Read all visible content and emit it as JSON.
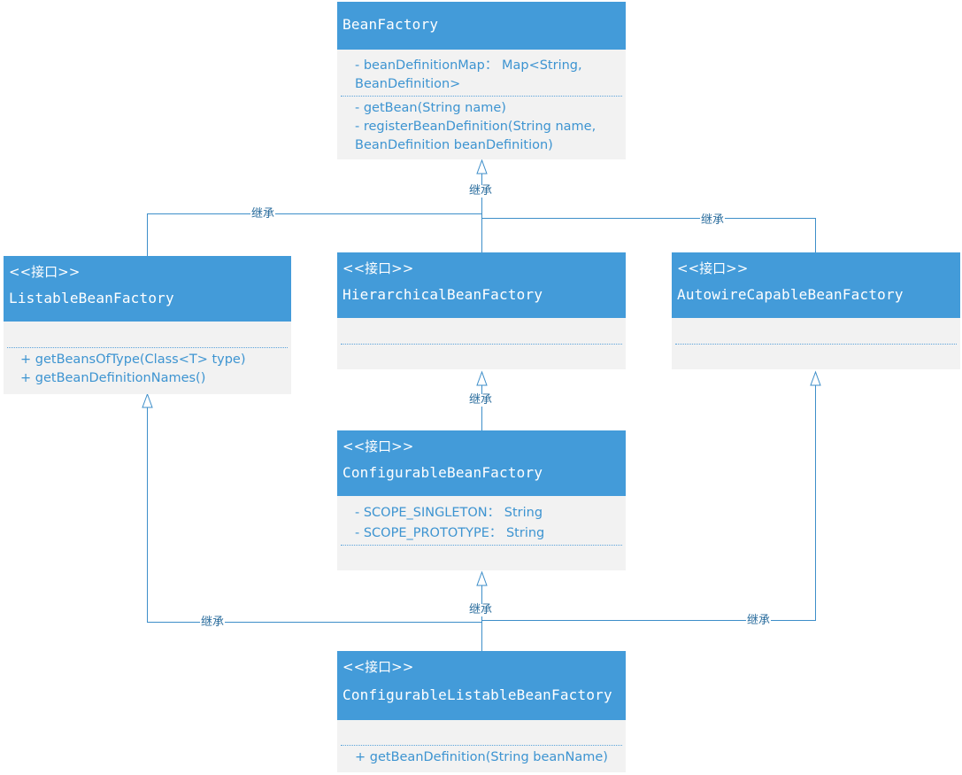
{
  "classes": {
    "bean_factory": {
      "name": "BeanFactory",
      "fields": [
        "- beanDefinitionMap： Map<String,",
        "BeanDefinition>"
      ],
      "methods": [
        "- getBean(String name)",
        "- registerBeanDefinition(String name,",
        "BeanDefinition beanDefinition)"
      ]
    },
    "listable": {
      "stereotype": "<<接口>>",
      "name": "ListableBeanFactory",
      "methods": [
        "+ getBeansOfType(Class<T> type)",
        "+ getBeanDefinitionNames()"
      ]
    },
    "hierarchical": {
      "stereotype": "<<接口>>",
      "name": "HierarchicalBeanFactory"
    },
    "autowire": {
      "stereotype": "<<接口>>",
      "name": "AutowireCapableBeanFactory"
    },
    "configurable": {
      "stereotype": "<<接口>>",
      "name": "ConfigurableBeanFactory",
      "fields": [
        "- SCOPE_SINGLETON： String",
        "- SCOPE_PROTOTYPE： String"
      ]
    },
    "configurable_listable": {
      "stereotype": "<<接口>>",
      "name": "ConfigurableListableBeanFactory",
      "methods": [
        "+ getBeanDefinition(String beanName)"
      ]
    }
  },
  "edge_label": "继承",
  "colors": {
    "header": "#439bd9",
    "body": "#f2f2f2",
    "text": "#3d94d1",
    "line": "#3d8ec9"
  }
}
